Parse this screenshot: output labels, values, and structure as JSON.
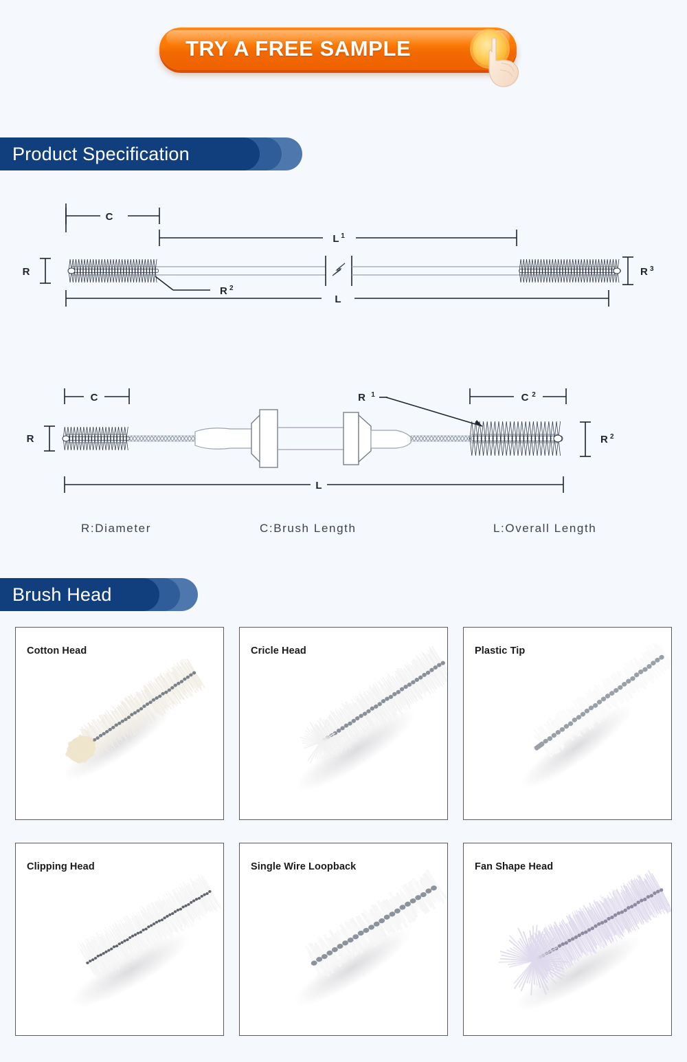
{
  "cta": {
    "label": "TRY A FREE SAMPLE",
    "coin_icon": "coin-circle-icon",
    "hand_icon": "pointing-hand-cursor-icon",
    "bg_color": "#f57905",
    "text_color": "#ffffff"
  },
  "sections": [
    {
      "title": "Product Specification"
    },
    {
      "title": "Brush Head"
    }
  ],
  "colors": {
    "page_background": "#f5f8fc",
    "header_dark": "#113f7e",
    "header_mid": "#2f5d99",
    "header_light": "#4e78ad",
    "card_border": "#5a5a5a",
    "diagram_line": "#1b2430"
  },
  "spec_diagram_top": {
    "labels": {
      "brush_length": "C",
      "shaft_length": "L",
      "shaft_length_sup": "1",
      "overall_length": "L",
      "diameter_left": "R",
      "wire_diameter": "R",
      "wire_diameter_sup": "2",
      "diameter_right": "R",
      "diameter_right_sup": "3"
    }
  },
  "spec_diagram_bottom": {
    "labels": {
      "brush_length": "C",
      "brush_length_2": "C",
      "brush_length_2_sup": "2",
      "overall_length": "L",
      "diameter_left": "R",
      "hub_label": "R",
      "hub_label_sup": "1",
      "diameter_right": "R",
      "diameter_right_sup": "2"
    }
  },
  "legend": [
    {
      "text": "R:Diameter"
    },
    {
      "text": "C:Brush Length"
    },
    {
      "text": "L:Overall Length"
    }
  ],
  "brush_heads": [
    {
      "title": "Cotton Head",
      "photo": "cotton-tip-brush-photo",
      "bristle_color": "#f0ece3",
      "tip_color": "#efe5cc"
    },
    {
      "title": "Cricle Head",
      "photo": "circle-head-brush-photo",
      "bristle_color": "#f2f2f2",
      "tip_color": "#ededed"
    },
    {
      "title": "Plastic Tip",
      "photo": "plastic-tip-brush-photo",
      "bristle_color": "#fafafa",
      "tip_color": "#d8d8d8"
    },
    {
      "title": "Clipping Head",
      "photo": "clipping-head-brush-photo",
      "bristle_color": "#f4f4f4",
      "tip_color": "#e8e8e8"
    },
    {
      "title": "Single Wire Loopback",
      "photo": "single-wire-loopback-photo",
      "bristle_color": "#f6f6f6",
      "tip_color": "#dedede"
    },
    {
      "title": "Fan Shape Head",
      "photo": "fan-shape-head-brush-photo",
      "bristle_color": "#ded9ec",
      "tip_color": "#cfc7e2"
    }
  ]
}
